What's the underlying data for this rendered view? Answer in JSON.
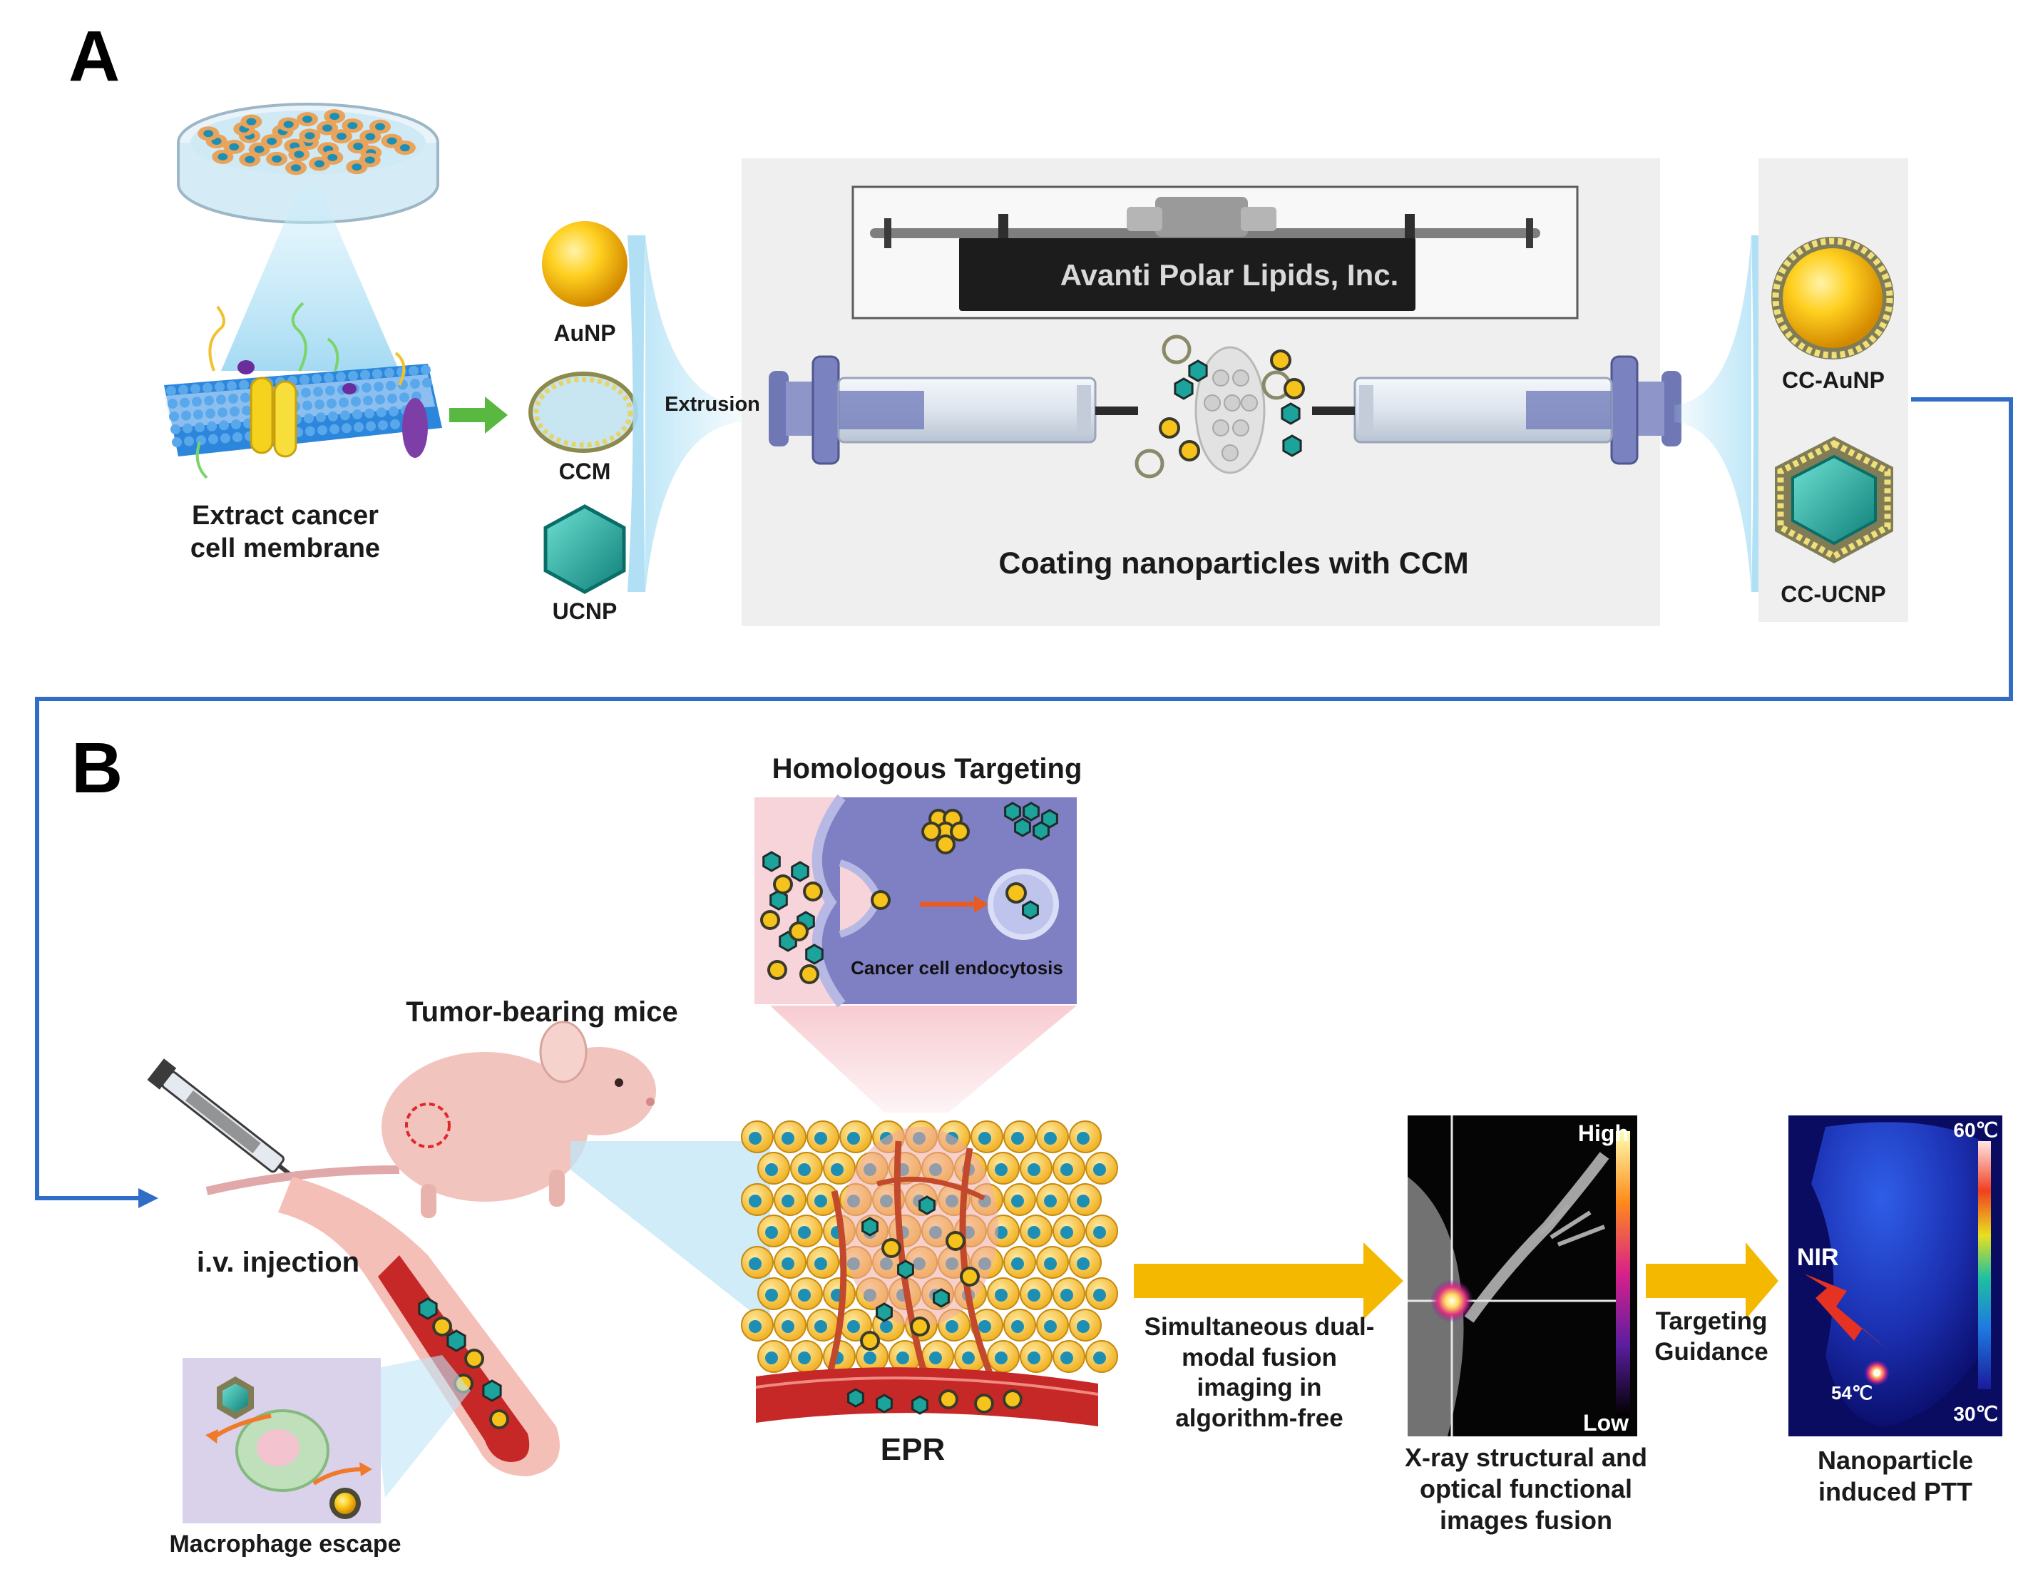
{
  "panel_a": {
    "letter": "A",
    "extract_label": "Extract cancer\ncell membrane",
    "aunp_label": "AuNP",
    "ccm_label": "CCM",
    "ucnp_label": "UCNP",
    "extrusion_label": "Extrusion",
    "extruder_brand": "Avanti Polar Lipids, Inc.",
    "coating_label": "Coating nanoparticles with CCM",
    "cc_aunp_label": "CC-AuNP",
    "cc_ucnp_label": "CC-UCNP"
  },
  "panel_b": {
    "letter": "B",
    "homologous_title": "Homologous Targeting",
    "endocytosis_label": "Cancer cell endocytosis",
    "mice_label": "Tumor-bearing mice",
    "injection_label": "i.v. injection",
    "macrophage_label": "Macrophage escape",
    "epr_label": "EPR",
    "fusion_arrow_label": "Simultaneous dual-\nmodal fusion\nimaging in\nalgorithm-free",
    "xray_high": "High",
    "xray_low": "Low",
    "xray_caption": "X-ray structural and\noptical functional\nimages fusion",
    "targeting_label": "Targeting\nGuidance",
    "thermal_top": "60℃",
    "thermal_bottom": "30℃",
    "nir_label": "NIR",
    "spot_temp": "54℃",
    "ptt_caption": "Nanoparticle\ninduced PTT"
  },
  "colors": {
    "gold": "#F6C21C",
    "teal": "#1BA39C",
    "flow_arrow": "#2F6DC6",
    "yellow_arrow": "#F5B800",
    "panel_gray": "#EFEFEF",
    "membrane_blue": "#2C86DB"
  }
}
